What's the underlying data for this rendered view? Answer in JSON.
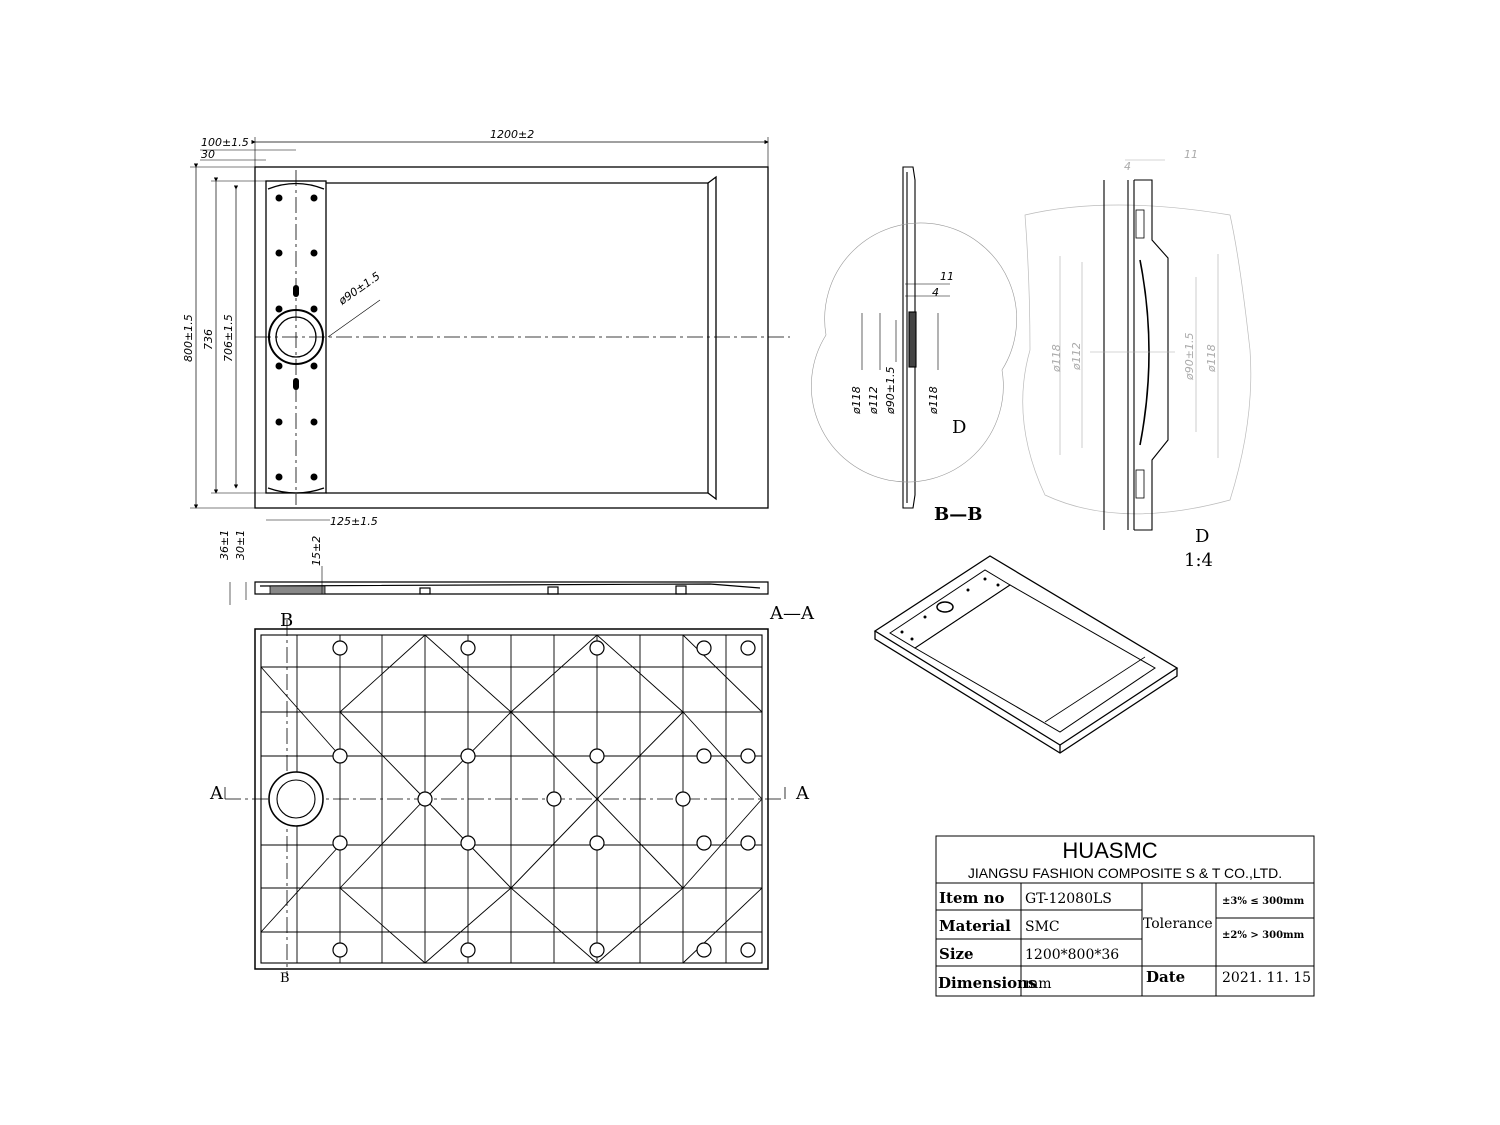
{
  "top_view": {
    "dims": {
      "overall_width": "1200±2",
      "waste_offset": "100±1.5",
      "edge_30": "30",
      "overall_depth": "800±1.5",
      "depth_736": "736",
      "depth_706": "706±1.5",
      "waste_diameter": "ø90±1.5",
      "channel_width": "125±1.5"
    }
  },
  "side_view": {
    "dims": {
      "height_total": "36±1",
      "height_30": "30±1",
      "height_15": "15±2"
    },
    "section_label": "A—A"
  },
  "bottom_view": {
    "section_marker_left": "A",
    "section_marker_right": "A",
    "section_marker_b_top": "B",
    "section_marker_b_bottom": "B"
  },
  "section_bb": {
    "label": "B—B",
    "dims": [
      "11",
      "4",
      "ø118",
      "ø112",
      "ø90±1.5",
      "ø118"
    ],
    "detail_marker": "D"
  },
  "detail_d": {
    "label": "D",
    "scale": "1:4",
    "dims": [
      "4",
      "11",
      "ø118",
      "ø112",
      "ø90±1.5",
      "ø118"
    ]
  },
  "title_block": {
    "company": "HUASMC",
    "company_full": "JIANGSU FASHION COMPOSITE S & T CO.,LTD.",
    "rows": [
      {
        "label": "Item no",
        "value": "GT-12080LS"
      },
      {
        "label": "Material",
        "value": "SMC"
      },
      {
        "label": "Size",
        "value": "1200*800*36"
      },
      {
        "label": "Dimensions",
        "value": "mm"
      }
    ],
    "tolerance_label": "Tolerance",
    "tolerance_1": "±3% ≤ 300mm",
    "tolerance_2": "±2% > 300mm",
    "date_label": "Date",
    "date_value": "2021. 11. 15"
  }
}
